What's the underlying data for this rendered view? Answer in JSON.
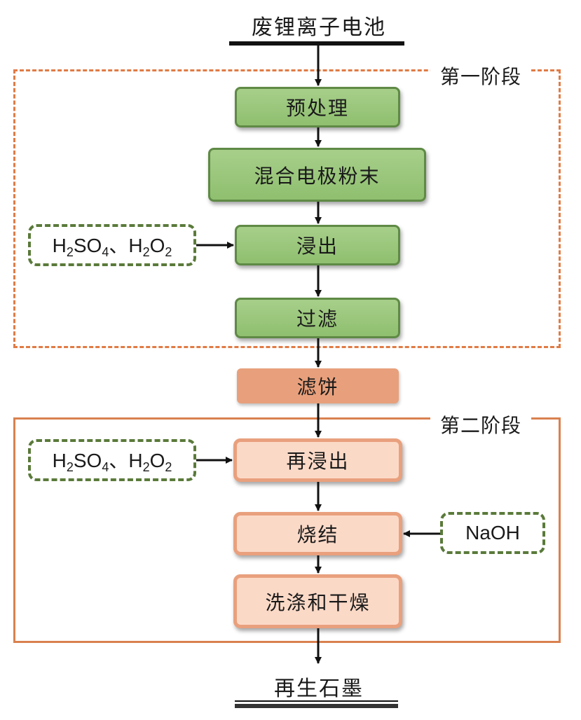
{
  "input": {
    "label": "废锂离子电池"
  },
  "output": {
    "label": "再生石墨"
  },
  "stage1": {
    "label": "第一阶段",
    "steps": [
      "预处理",
      "混合电极粉末",
      "浸出",
      "过滤"
    ],
    "reagent": {
      "parts": [
        "H",
        "2",
        "SO",
        "4",
        "、H",
        "2",
        "O",
        "2"
      ]
    }
  },
  "intermediate": {
    "label": "滤饼"
  },
  "stage2": {
    "label": "第二阶段",
    "steps": [
      "再浸出",
      "烧结",
      "洗涤和干燥"
    ],
    "reagent_leach": {
      "parts": [
        "H",
        "2",
        "SO",
        "4",
        "、H",
        "2",
        "O",
        "2"
      ]
    },
    "reagent_sinter": {
      "label": "NaOH"
    }
  },
  "colors": {
    "stage1_border": "#e07b45",
    "stage2_border": "#d9814f",
    "green_box": "#9cc77c",
    "cake_box": "#e8a07c",
    "peach_box": "#fbd9c7",
    "reagent_border": "#5a7a3a"
  }
}
